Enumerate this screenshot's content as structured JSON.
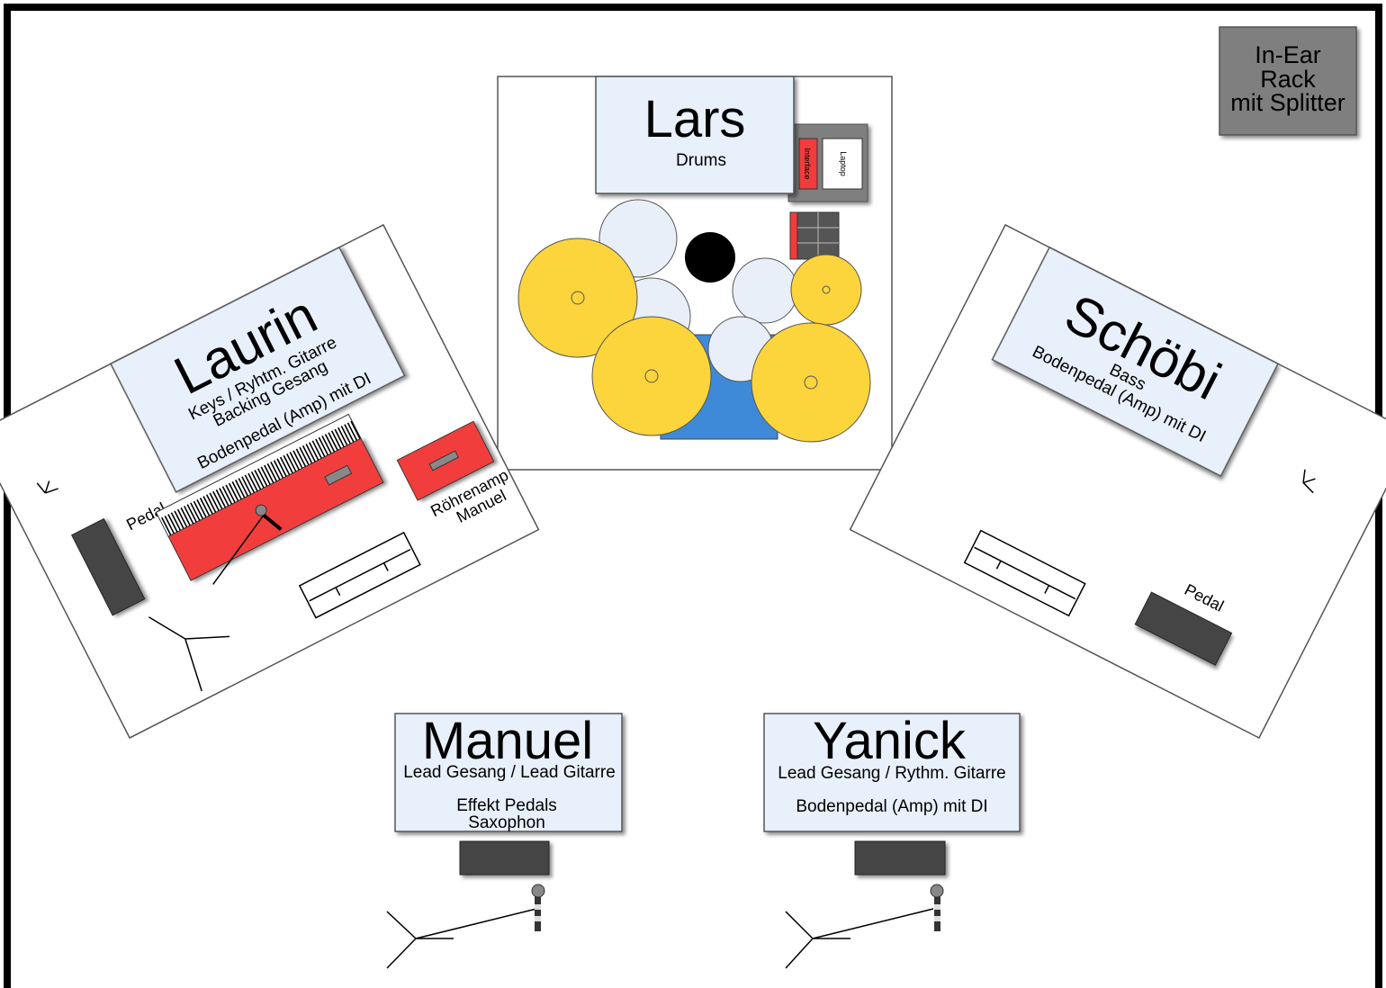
{
  "rack": {
    "line1": "In-Ear",
    "line2": "Rack",
    "line3": "mit Splitter"
  },
  "drums": {
    "name": "Lars",
    "role": "Drums",
    "interface_label": "Interface",
    "laptop_label": "Laptop"
  },
  "laurin": {
    "name": "Laurin",
    "line1": "Keys / Ryhtm. Gitarre",
    "line2": "Backing Gesang",
    "line3": "Bodenpedal (Amp) mit DI",
    "pedal_label": "Pedal",
    "amp_label1": "Röhrenamp",
    "amp_label2": "Manuel"
  },
  "schoebi": {
    "name": "Schöbi",
    "line1": "Bass",
    "line2": "Bodenpedal (Amp) mit DI",
    "pedal_label": "Pedal"
  },
  "manuel": {
    "name": "Manuel",
    "line1": "Lead Gesang / Lead Gitarre",
    "line2": "Effekt Pedals",
    "line3": "Saxophon"
  },
  "yanick": {
    "name": "Yanick",
    "line1": "Lead Gesang / Rythm. Gitarre",
    "line2": "Bodenpedal (Amp) mit DI"
  },
  "colors": {
    "label_bg": "#e8f0fb",
    "cymbal": "#fcd43c",
    "drum": "#e8eff8",
    "red": "#f23c3c",
    "dark": "#444444",
    "rack": "#7f7f7f",
    "blue_rug": "#3e8ad8"
  }
}
